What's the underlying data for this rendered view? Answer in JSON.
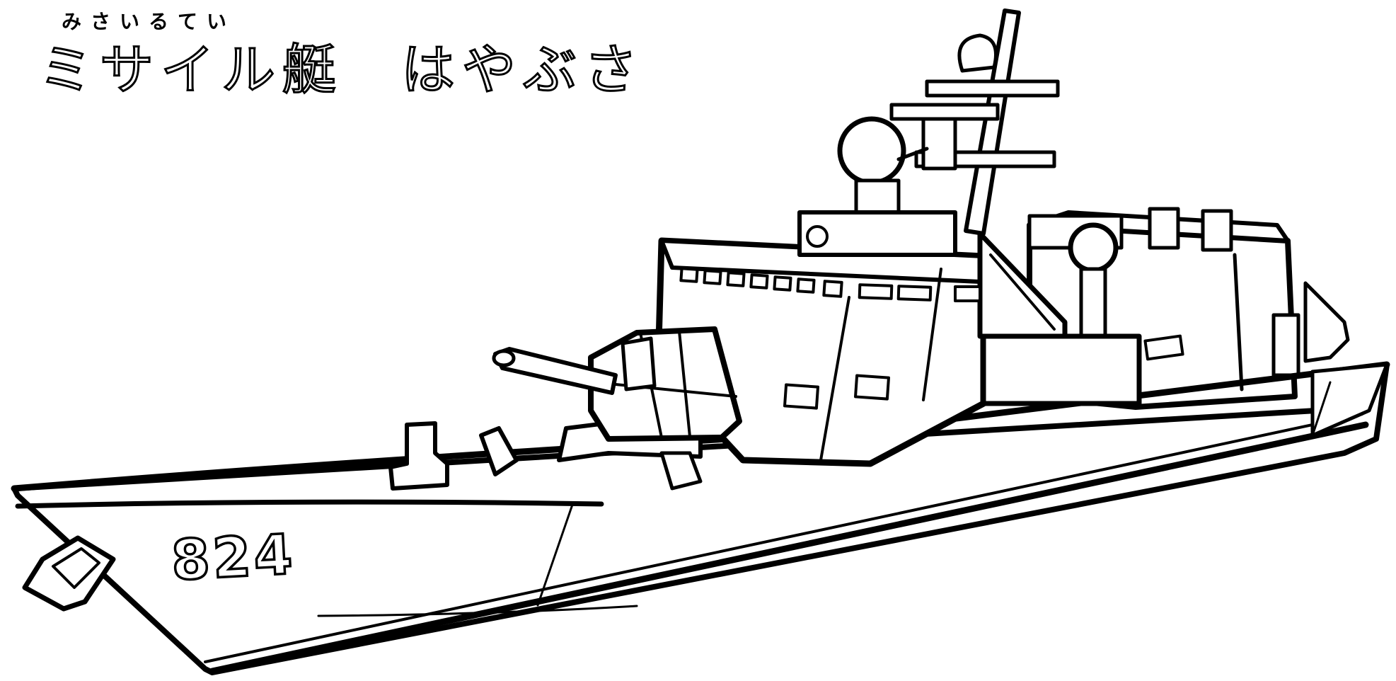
{
  "title": {
    "ruby": "みさいるてい",
    "type_name": "ミサイル艇",
    "ship_name": "はやぶさ"
  },
  "ship": {
    "hull_number": "824"
  },
  "colors": {
    "ink": "#000000",
    "paper": "#ffffff"
  }
}
